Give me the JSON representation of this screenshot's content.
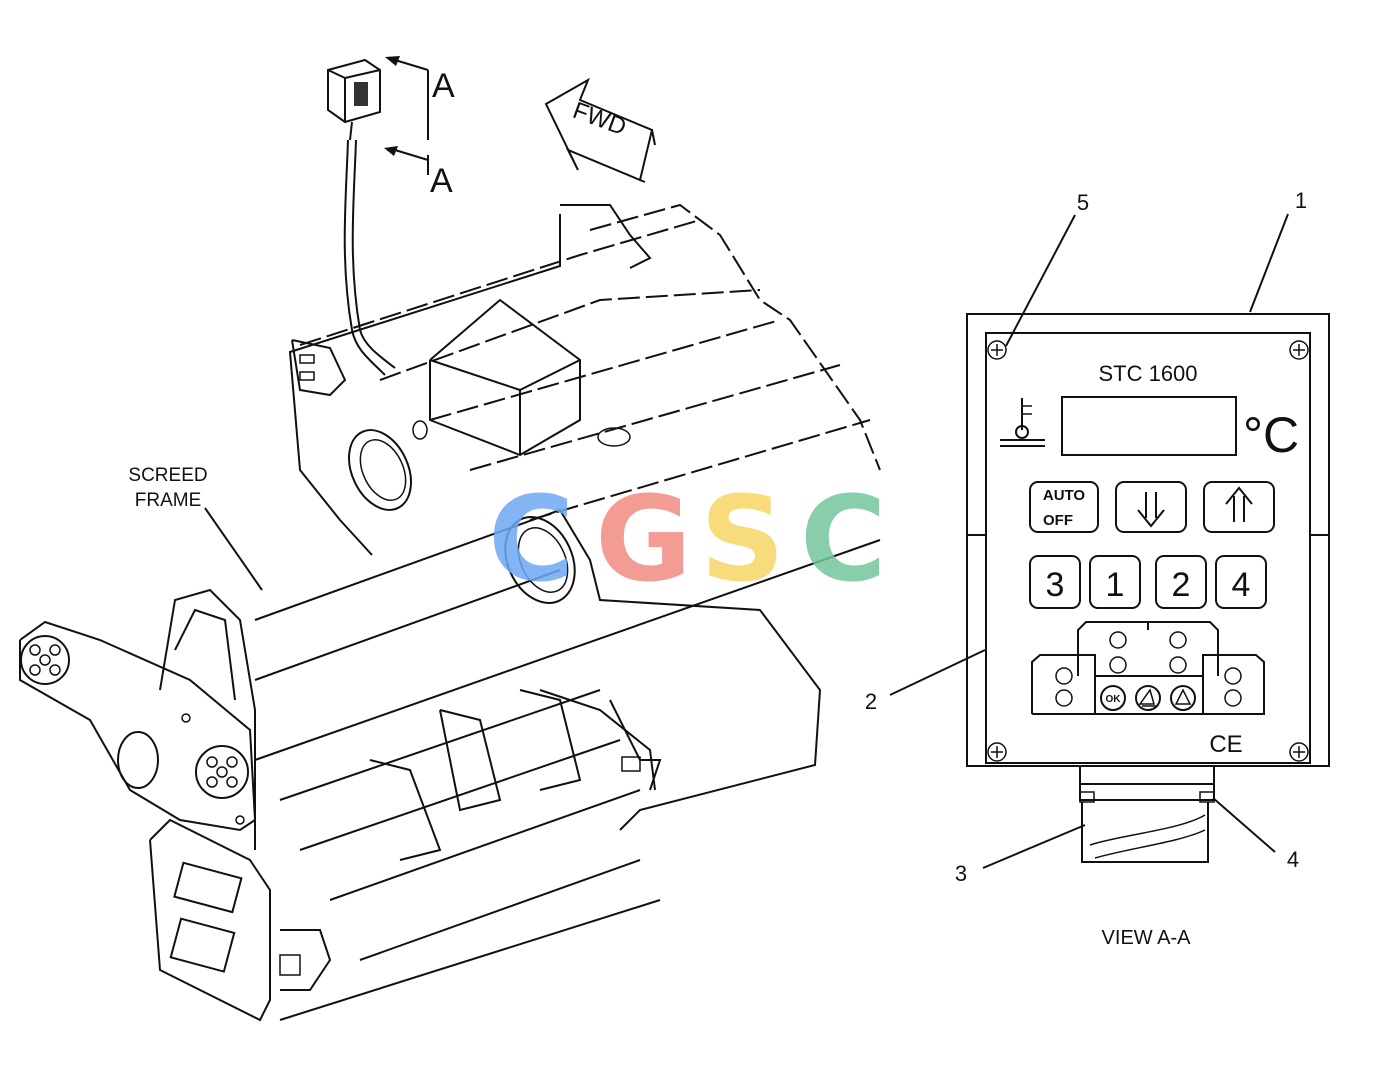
{
  "section_view": {
    "marker_top": "A",
    "marker_bottom": "A"
  },
  "direction_arrow": {
    "label": "FWD"
  },
  "screed_frame": {
    "label_line1": "SCREED",
    "label_line2": "FRAME"
  },
  "controller": {
    "model": "STC  1600",
    "unit": "°C",
    "auto_label": "AUTO",
    "off_label": "OFF",
    "channel_keys": [
      "3",
      "1",
      "2",
      "4"
    ],
    "ok_label": "OK",
    "mark": "CE"
  },
  "callouts": [
    "1",
    "2",
    "3",
    "4",
    "5"
  ],
  "view_caption": "VIEW A-A",
  "watermark": {
    "letters": [
      "C",
      "G",
      "S",
      "C"
    ],
    "colors": [
      "#6ea8f2",
      "#f28b82",
      "#f7d565",
      "#74c69d"
    ]
  }
}
